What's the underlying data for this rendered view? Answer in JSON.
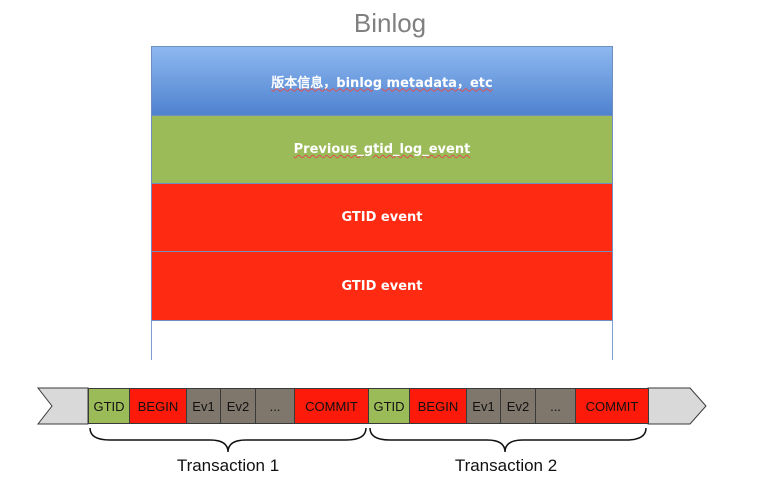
{
  "title": "Binlog",
  "binlog_blocks": [
    {
      "label": "版本信息，binlog metadata，etc",
      "color": "#4f82cf"
    },
    {
      "label": "Previous_gtid_log_event",
      "color": "#9bbb59"
    },
    {
      "label": "GTID event",
      "color": "#fe2a12"
    },
    {
      "label": "GTID event",
      "color": "#fe2a12"
    }
  ],
  "transactions": [
    {
      "label": "Transaction 1",
      "segments": [
        {
          "label": "GTID",
          "color": "#9bbb59"
        },
        {
          "label": "BEGIN",
          "color": "#fe1a0a"
        },
        {
          "label": "Ev1",
          "color": "#7f766c"
        },
        {
          "label": "Ev2",
          "color": "#7f766c"
        },
        {
          "label": "...",
          "color": "#7f766c"
        },
        {
          "label": "COMMIT",
          "color": "#fe1a0a"
        }
      ]
    },
    {
      "label": "Transaction 2",
      "segments": [
        {
          "label": "GTID",
          "color": "#9bbb59"
        },
        {
          "label": "BEGIN",
          "color": "#fe1a0a"
        },
        {
          "label": "Ev1",
          "color": "#7f766c"
        },
        {
          "label": "Ev2",
          "color": "#7f766c"
        },
        {
          "label": "...",
          "color": "#7f766c"
        },
        {
          "label": "COMMIT",
          "color": "#fe1a0a"
        }
      ]
    }
  ]
}
